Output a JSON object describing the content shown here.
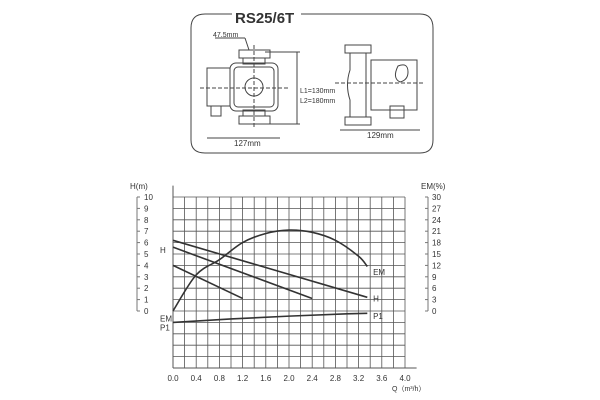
{
  "drawing": {
    "model": "RS25/6T",
    "port_dim": "47.5mm",
    "length_l1": "L1=130mm",
    "length_l2": "L2=180mm",
    "width_front": "127mm",
    "width_side": "129mm"
  },
  "chart_data": {
    "type": "line",
    "xlabel": "Q（m³/h）",
    "ylabel_left": "H(m)",
    "ylabel_right": "EM(%)",
    "xlim": [
      0,
      4.0
    ],
    "ylim_left": [
      0,
      10
    ],
    "ylim_right": [
      0,
      30
    ],
    "xticks": [
      "0.0",
      "0.4",
      "0.8",
      "1.2",
      "1.6",
      "2.0",
      "2.4",
      "2.8",
      "3.2",
      "3.6",
      "4.0"
    ],
    "yticks_left": [
      "0",
      "1",
      "2",
      "3",
      "4",
      "5",
      "6",
      "7",
      "8",
      "9",
      "10"
    ],
    "yticks_right": [
      "0",
      "3",
      "6",
      "9",
      "12",
      "15",
      "18",
      "21",
      "24",
      "27",
      "30"
    ],
    "grid": true,
    "series": [
      {
        "name": "H",
        "axis": "left",
        "x": [
          0,
          3.35
        ],
        "y": [
          6.2,
          1.2
        ]
      },
      {
        "name": "H",
        "axis": "left",
        "x": [
          0,
          2.4
        ],
        "y": [
          5.6,
          1.1
        ]
      },
      {
        "name": "H",
        "axis": "left",
        "x": [
          0,
          1.2
        ],
        "y": [
          4.0,
          1.1
        ]
      },
      {
        "name": "EM",
        "axis": "right",
        "x": [
          0,
          0.4,
          0.8,
          1.2,
          1.6,
          2.0,
          2.4,
          2.8,
          3.2,
          3.35
        ],
        "y": [
          0,
          9.5,
          13.5,
          18,
          20.4,
          21.3,
          20.7,
          18.6,
          14.4,
          11.7
        ]
      },
      {
        "name": "P1",
        "axis": "none",
        "x": [
          0,
          1.0,
          2.0,
          3.0,
          3.35
        ],
        "y": [
          -1.0,
          -0.7,
          -0.45,
          -0.25,
          -0.2
        ]
      }
    ],
    "labels": {
      "h_left": "H",
      "em_left": "EM",
      "p1_left": "P1",
      "em_right": "EM",
      "h_right": "H",
      "p1_right": "P1"
    },
    "line_color": "#333333"
  }
}
